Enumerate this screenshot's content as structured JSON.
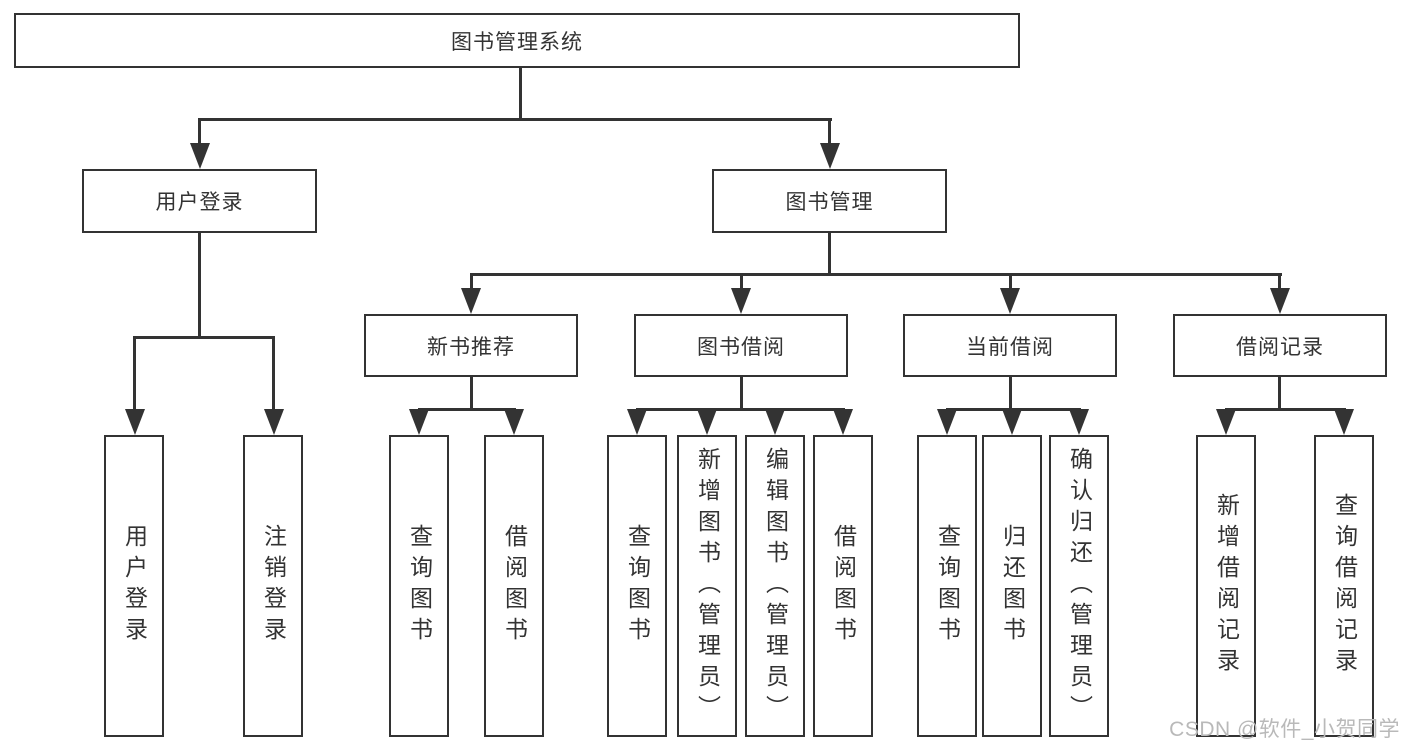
{
  "tree": {
    "root": {
      "label": "图书管理系统",
      "children": [
        {
          "label": "用户登录",
          "children": [
            {
              "label": "用户登录"
            },
            {
              "label": "注销登录"
            }
          ]
        },
        {
          "label": "图书管理",
          "children": [
            {
              "label": "新书推荐",
              "children": [
                {
                  "label": "查询图书"
                },
                {
                  "label": "借阅图书"
                }
              ]
            },
            {
              "label": "图书借阅",
              "children": [
                {
                  "label": "查询图书"
                },
                {
                  "label": "新增图书（管理员）"
                },
                {
                  "label": "编辑图书（管理员）"
                },
                {
                  "label": "借阅图书"
                }
              ]
            },
            {
              "label": "当前借阅",
              "children": [
                {
                  "label": "查询图书"
                },
                {
                  "label": "归还图书"
                },
                {
                  "label": "确认归还（管理员）"
                }
              ]
            },
            {
              "label": "借阅记录",
              "children": [
                {
                  "label": "新增借阅记录"
                },
                {
                  "label": "查询借阅记录"
                }
              ]
            }
          ]
        }
      ]
    }
  },
  "watermark": "CSDN @软件_小贺同学",
  "colors": {
    "line": "#333333",
    "text": "#333333",
    "bg": "#ffffff",
    "watermark": "#b9b9b9"
  }
}
